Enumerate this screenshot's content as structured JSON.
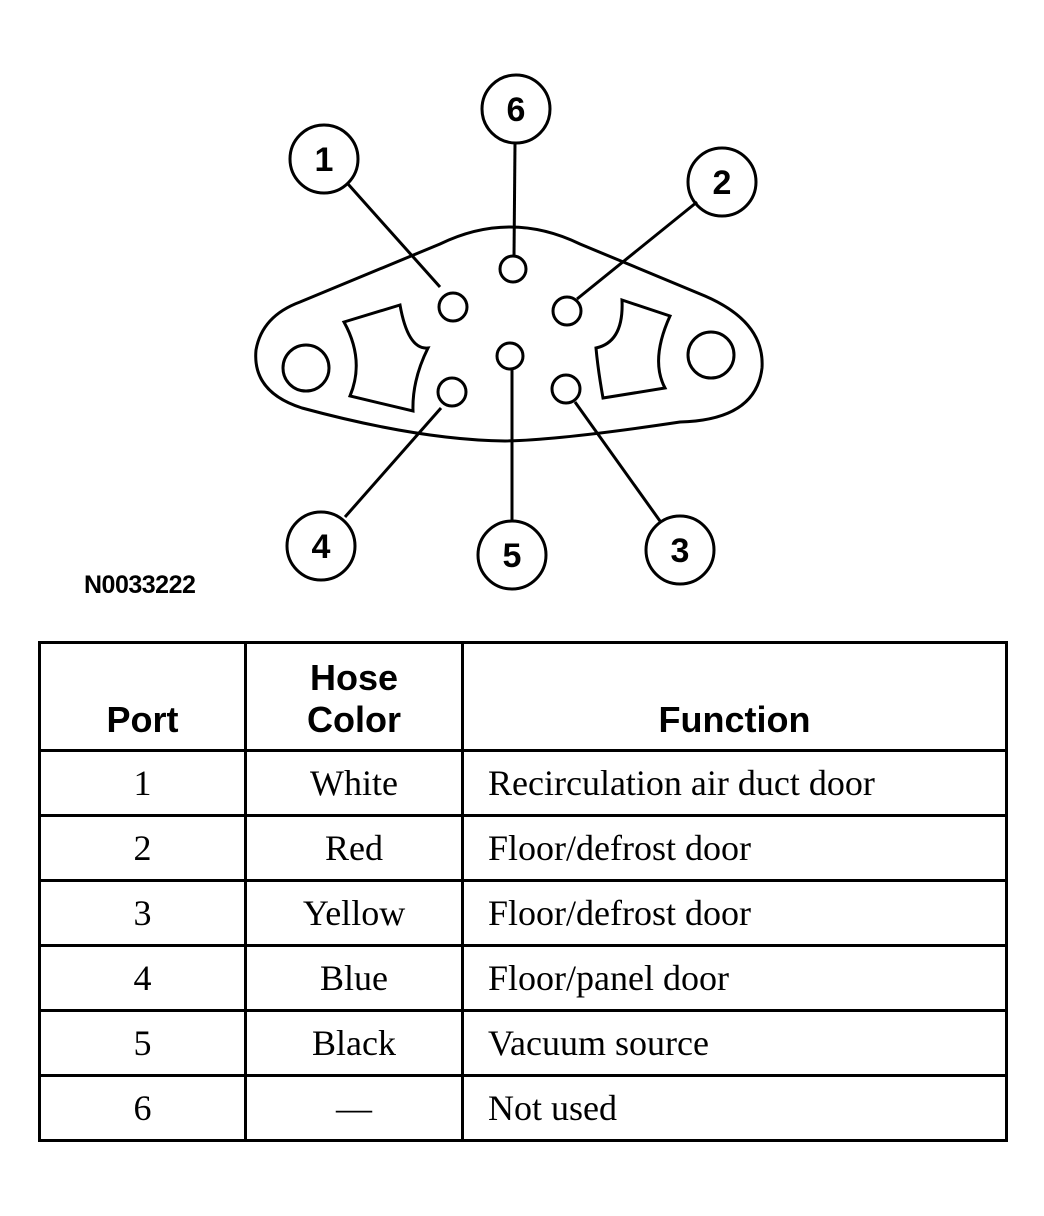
{
  "diagram": {
    "figure_id": "N0033222",
    "callouts": [
      "1",
      "2",
      "3",
      "4",
      "5",
      "6"
    ]
  },
  "table": {
    "headers": {
      "port": "Port",
      "hose_color_line1": "Hose",
      "hose_color_line2": "Color",
      "function": "Function"
    },
    "rows": [
      {
        "port": "1",
        "color": "White",
        "function": "Recirculation air duct door"
      },
      {
        "port": "2",
        "color": "Red",
        "function": "Floor/defrost door"
      },
      {
        "port": "3",
        "color": "Yellow",
        "function": "Floor/defrost door"
      },
      {
        "port": "4",
        "color": "Blue",
        "function": "Floor/panel door"
      },
      {
        "port": "5",
        "color": "Black",
        "function": "Vacuum source"
      },
      {
        "port": "6",
        "color": "—",
        "function": "Not used"
      }
    ]
  }
}
